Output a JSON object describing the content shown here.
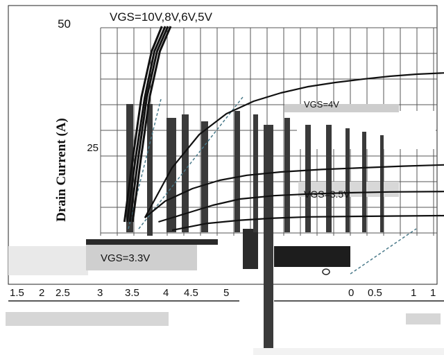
{
  "chart_data": {
    "type": "line",
    "title": "",
    "xlabel": "",
    "ylabel": "Drain Current (A)",
    "x_tick_labels": [
      "1.5",
      "2",
      "2.5",
      "3",
      "3.5",
      "4",
      "4.5",
      "5",
      "0",
      "0.5",
      "1",
      "1"
    ],
    "y_tick_labels": [
      "50",
      "25"
    ],
    "grid": true,
    "annotations": {
      "top": "VGS=10V,8V,6V,5V",
      "upper": "VGS=4V",
      "middle": "VGS=3.5V",
      "lower": "VGS=3.3V"
    },
    "series": [
      {
        "x": [
          3.3,
          3.42,
          3.55,
          3.7,
          3.85
        ],
        "y": [
          5,
          20,
          35,
          46,
          52
        ]
      },
      {
        "x": [
          3.34,
          3.46,
          3.6,
          3.74,
          3.9
        ],
        "y": [
          5,
          20,
          35,
          46,
          52
        ]
      },
      {
        "x": [
          3.38,
          3.5,
          3.63,
          3.78,
          3.94
        ],
        "y": [
          5,
          20,
          35,
          46,
          52
        ]
      },
      {
        "x": [
          3.42,
          3.54,
          3.67,
          3.82,
          3.98
        ],
        "y": [
          5,
          20,
          35,
          46,
          52
        ]
      },
      {
        "x": [
          3.6,
          4.0,
          4.4,
          4.8,
          5.2,
          5.6,
          6.0,
          6.4,
          6.8,
          7.2,
          7.6,
          8.0
        ],
        "y": [
          6,
          18,
          26,
          31,
          34,
          36,
          37.5,
          38.5,
          39.3,
          40,
          40.5,
          40.8
        ]
      },
      {
        "x": [
          3.6,
          3.9,
          4.3,
          4.7,
          5.1,
          5.6,
          6.2,
          6.8,
          7.4,
          8.0
        ],
        "y": [
          6,
          10,
          13,
          15,
          16.2,
          17,
          17.6,
          18,
          18.4,
          18.7
        ]
      },
      {
        "x": [
          3.8,
          4.2,
          4.6,
          5.0,
          5.5,
          6.0,
          6.6,
          7.2,
          8.0
        ],
        "y": [
          5,
          7,
          9,
          10.5,
          11.3,
          11.7,
          12,
          12.2,
          12.3
        ]
      },
      {
        "x": [
          4.0,
          4.5,
          5.0,
          5.5,
          6.0,
          6.6,
          7.2,
          8.0
        ],
        "y": [
          3,
          4.6,
          5.4,
          5.9,
          6.2,
          6.3,
          6.4,
          6.5
        ]
      }
    ],
    "colors": {
      "line": "#111111",
      "grid": "#555555",
      "bar": "#3a3a3a",
      "band": "#cfcfcf",
      "dash": "#4a7a8a"
    }
  }
}
